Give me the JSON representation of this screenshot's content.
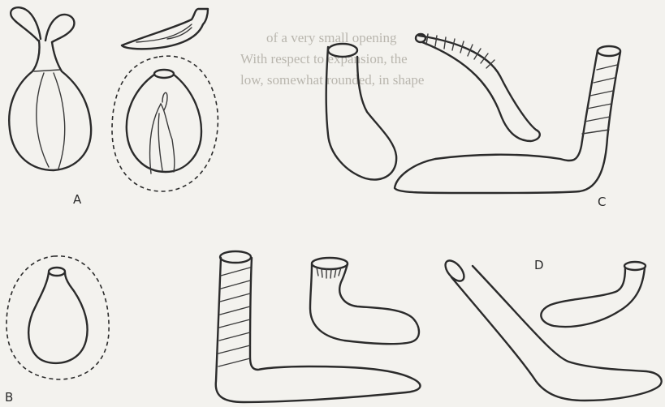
{
  "figure": {
    "labels": {
      "a": "A",
      "b": "B",
      "c": "C",
      "d": "D"
    },
    "bleed_through": [
      "of a very small opening",
      "With respect to expansion, the",
      "low, somewhat rounded, in shape"
    ]
  }
}
